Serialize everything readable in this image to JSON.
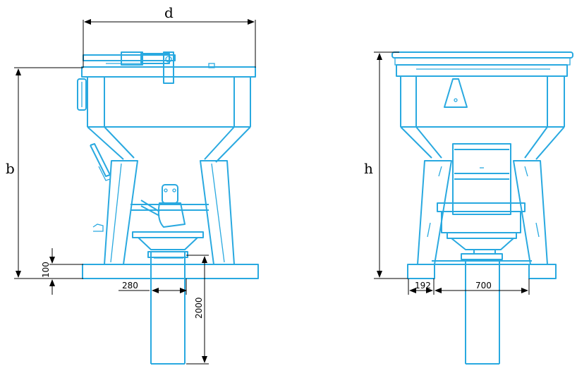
{
  "views": {
    "side": {
      "dim_d": "d",
      "dim_b": "b",
      "dim_100": "100",
      "dim_280": "280",
      "dim_2000": "2000"
    },
    "front": {
      "dim_h": "h",
      "dim_192": "192",
      "dim_700": "700"
    }
  },
  "colors": {
    "drawing": "#29a9e0",
    "dimension": "#000000",
    "background": "#ffffff"
  }
}
